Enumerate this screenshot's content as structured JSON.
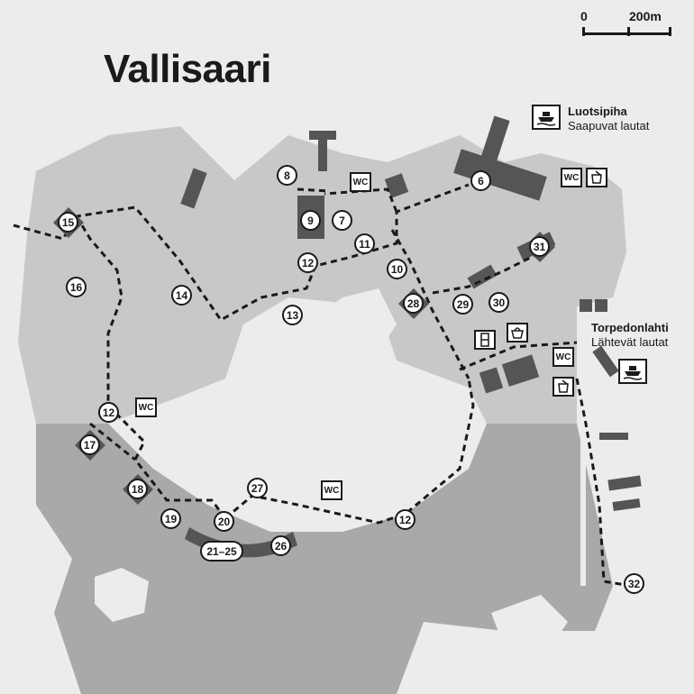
{
  "title": "Vallisaari",
  "scale": {
    "zero": "0",
    "distance": "200m"
  },
  "piers": {
    "north": {
      "name": "Luotsipiha",
      "subtitle": "Saapuvat lautat"
    },
    "east": {
      "name": "Torpedonlahti",
      "subtitle": "Lähtevät lautat"
    }
  },
  "points": [
    "6",
    "7",
    "8",
    "9",
    "10",
    "11",
    "12",
    "12",
    "12",
    "13",
    "14",
    "15",
    "16",
    "17",
    "18",
    "19",
    "20",
    "21–25",
    "26",
    "27",
    "28",
    "29",
    "30",
    "31",
    "32"
  ],
  "wc_label": "WC",
  "icons": [
    "ferry-icon",
    "wc-icon",
    "cafe-icon",
    "shop-icon",
    "info-icon"
  ],
  "colors": {
    "water": "#ececec",
    "land_light": "#c8c8c8",
    "land_dark": "#a9a9a9",
    "buildings": "#555555",
    "route": "#1a1a1a"
  }
}
